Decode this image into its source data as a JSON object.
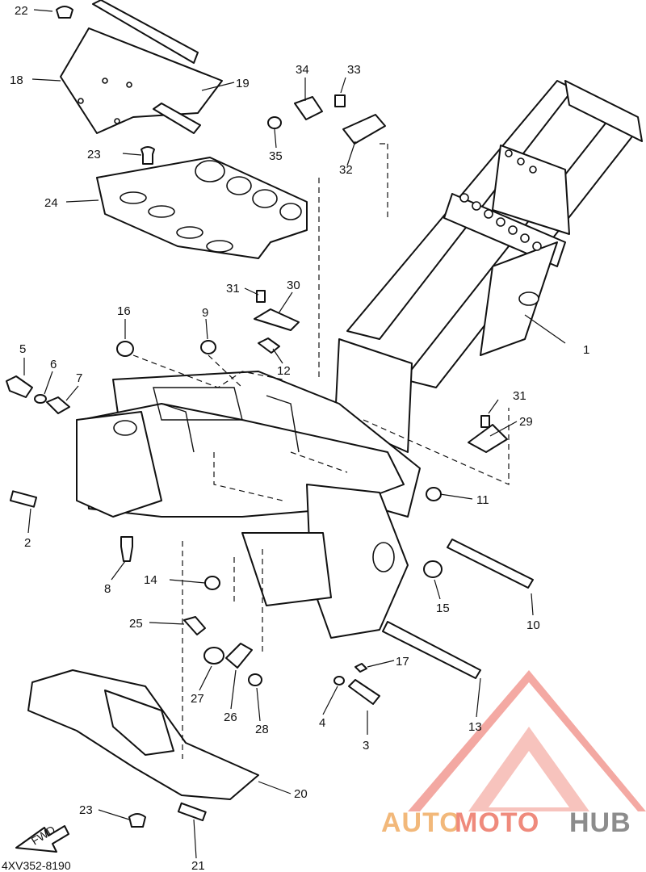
{
  "diagram": {
    "drawing_code": "4XV352-8190",
    "fwd_label": "FWD",
    "callouts": [
      "1",
      "2",
      "3",
      "4",
      "5",
      "6",
      "7",
      "8",
      "9",
      "10",
      "11",
      "12",
      "13",
      "14",
      "15",
      "16",
      "17",
      "18",
      "19",
      "20",
      "21",
      "22",
      "23",
      "23",
      "24",
      "25",
      "26",
      "27",
      "28",
      "29",
      "30",
      "31",
      "31",
      "32",
      "33",
      "34",
      "35"
    ]
  },
  "watermark": {
    "part1": "AUTO",
    "part2": "MOTO",
    "part3": "HUB",
    "colors": {
      "auto": "#f2b87a",
      "moto": "#ef8a7c",
      "hub": "#8c8c8c",
      "logo": "#f08c84"
    }
  }
}
